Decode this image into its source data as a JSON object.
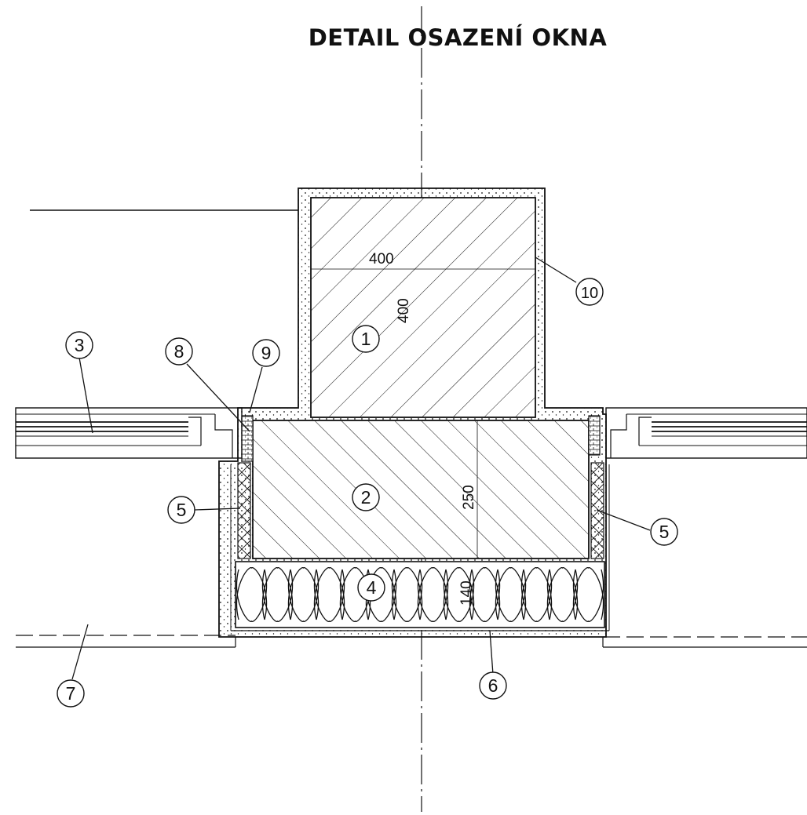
{
  "title": "DETAIL OSAZENÍ OKNA",
  "dimensions": {
    "block_width": "400",
    "block_height": "400",
    "beam_height": "250",
    "insulation_thickness": "140"
  },
  "callouts": {
    "c1": "1",
    "c2": "2",
    "c3": "3",
    "c4": "4",
    "c5_left": "5",
    "c5_right": "5",
    "c6": "6",
    "c7": "7",
    "c8": "8",
    "c9": "9",
    "c10": "10"
  },
  "colors": {
    "line": "#111111",
    "background": "#ffffff"
  }
}
